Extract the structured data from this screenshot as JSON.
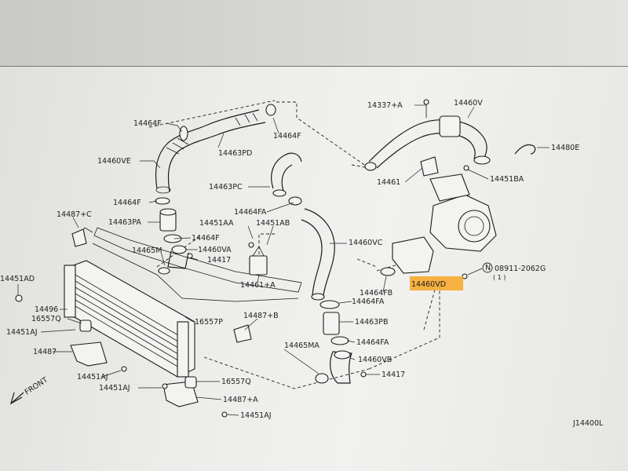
{
  "diagram_code": "J14400L",
  "highlight_color": "#f6a623",
  "front_arrow": {
    "label": "FRONT",
    "icon": "front-arrow-icon"
  },
  "labels": {
    "p14464F_a": "14464F",
    "p14464F_b": "14464F",
    "p14464F_c": "14464F",
    "p14464F_d": "14464F",
    "p14463PD": "14463PD",
    "p14460VE": "14460VE",
    "p14463PC": "14463PC",
    "p14464FA_a": "14464FA",
    "p14451AA": "14451AA",
    "p14451AB": "14451AB",
    "p14460VC": "14460VC",
    "p14487C": "14487+C",
    "p14463PA": "14463PA",
    "p14465M": "14465M",
    "p14460VA": "14460VA",
    "p14417_a": "14417",
    "p14461A": "14461+A",
    "p14451AD": "14451AD",
    "p14496": "14496",
    "p16557Q_a": "16557Q",
    "p14451AJ_a": "14451AJ",
    "p14487": "14487",
    "p16557P": "16557P",
    "p14487B": "14487+B",
    "p14451AJ_b": "14451AJ",
    "p14451AJ_c": "14451AJ",
    "p16557Q_b": "16557Q",
    "p14487A": "14487+A",
    "p14451AJ_d": "14451AJ",
    "p14465MA": "14465MA",
    "p14464FA_b": "14464FA",
    "p14463PB": "14463PB",
    "p14464FA_c": "14464FA",
    "p14460VB": "14460VB",
    "p14417_b": "14417",
    "p14337A": "14337+A",
    "p14460V": "14460V",
    "p14480E": "14480E",
    "p14461": "14461",
    "p14451BA": "14451BA",
    "p14464FB": "14464FB",
    "p14460VD": "14460VD",
    "p08911": "08911-2062G",
    "p08911_qty": "( 1 )",
    "p08911_prefix": "N"
  }
}
